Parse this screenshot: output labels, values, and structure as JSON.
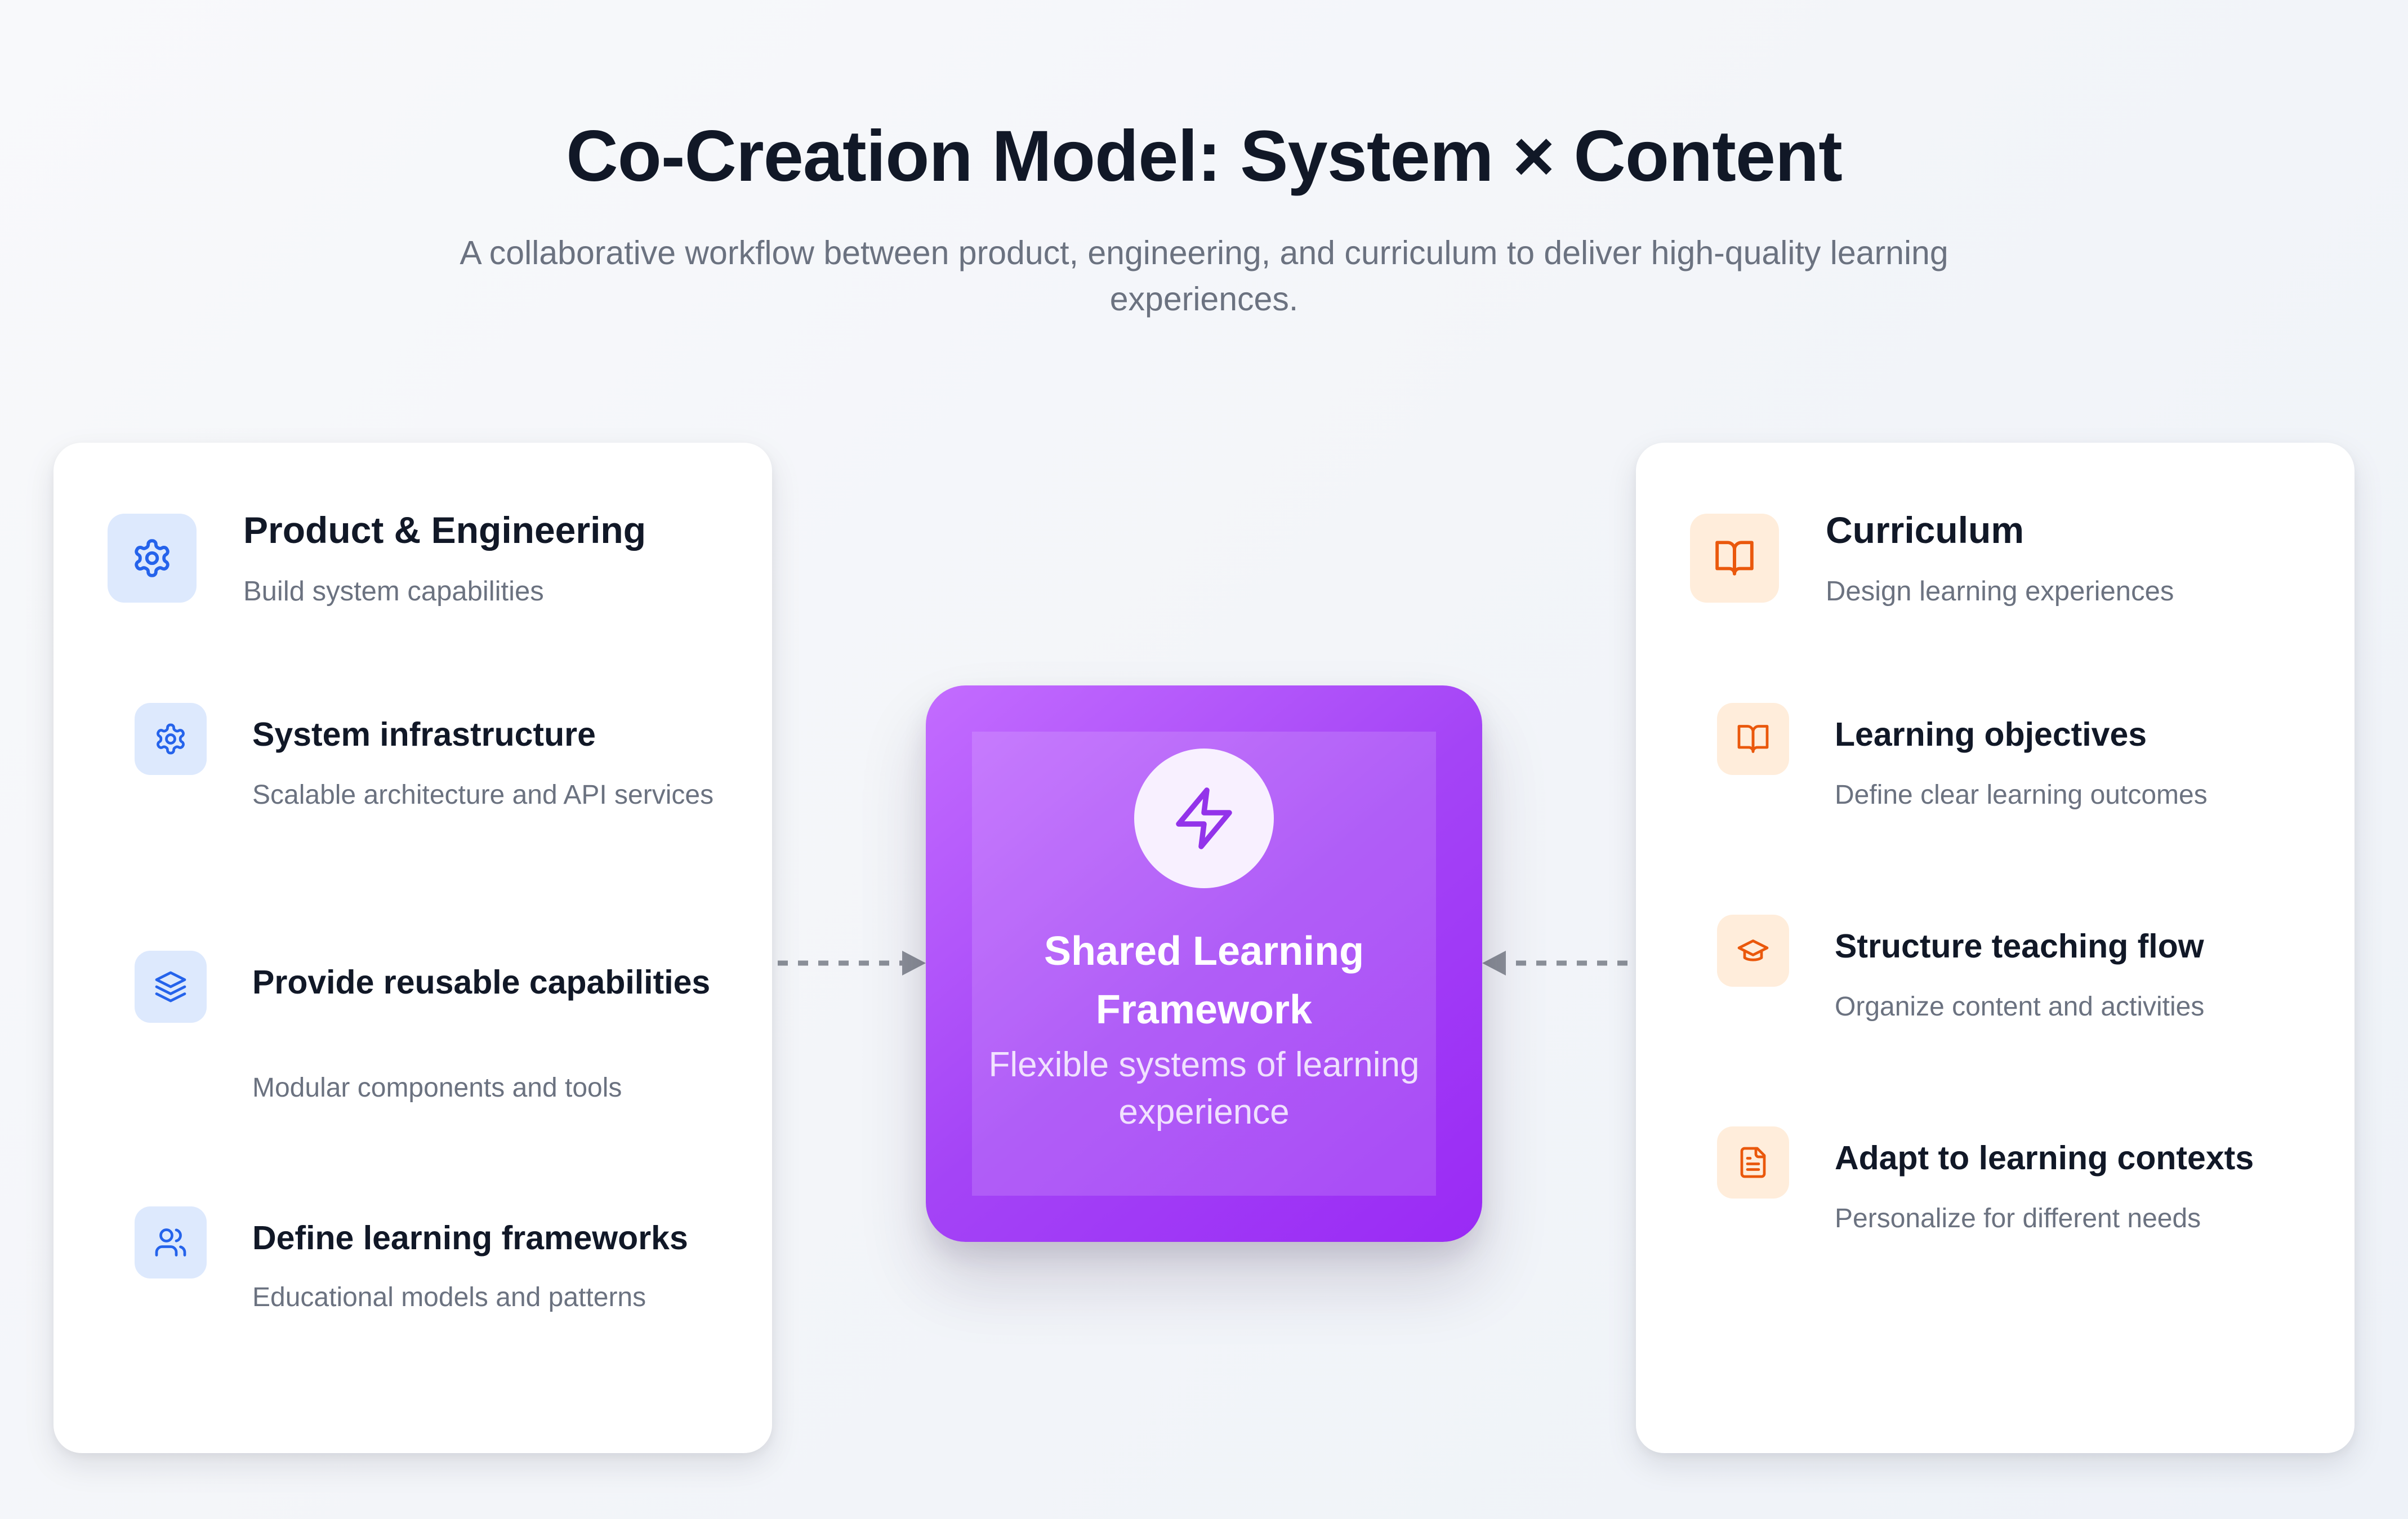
{
  "header": {
    "title": "Co-Creation Model: System × Content",
    "subtitle": "A collaborative workflow between product, engineering, and curriculum to deliver high-quality learning experiences."
  },
  "left_panel": {
    "title": "Product & Engineering",
    "description": "Build system capabilities",
    "icon": "gear-icon",
    "accent_color": "#2563eb",
    "items": [
      {
        "title": "System infrastructure",
        "description": "Scalable architecture and API services",
        "icon": "gear-icon"
      },
      {
        "title": "Provide reusable capabilities",
        "description": "Modular components and tools",
        "icon": "layers-icon"
      },
      {
        "title": "Define learning frameworks",
        "description": "Educational models and patterns",
        "icon": "users-icon"
      }
    ]
  },
  "center": {
    "title": "Shared Learning Framework",
    "subtitle": "Flexible systems of learning experience",
    "icon": "lightning-icon",
    "accent_color": "#a444f6"
  },
  "right_panel": {
    "title": "Curriculum",
    "description": "Design learning experiences",
    "icon": "book-open-icon",
    "accent_color": "#ea580c",
    "items": [
      {
        "title": "Learning objectives",
        "description": "Define clear learning outcomes",
        "icon": "book-open-icon"
      },
      {
        "title": "Structure teaching flow",
        "description": "Organize content and activities",
        "icon": "graduation-cap-icon"
      },
      {
        "title": "Adapt to learning contexts",
        "description": "Personalize for different needs",
        "icon": "document-icon"
      }
    ]
  }
}
